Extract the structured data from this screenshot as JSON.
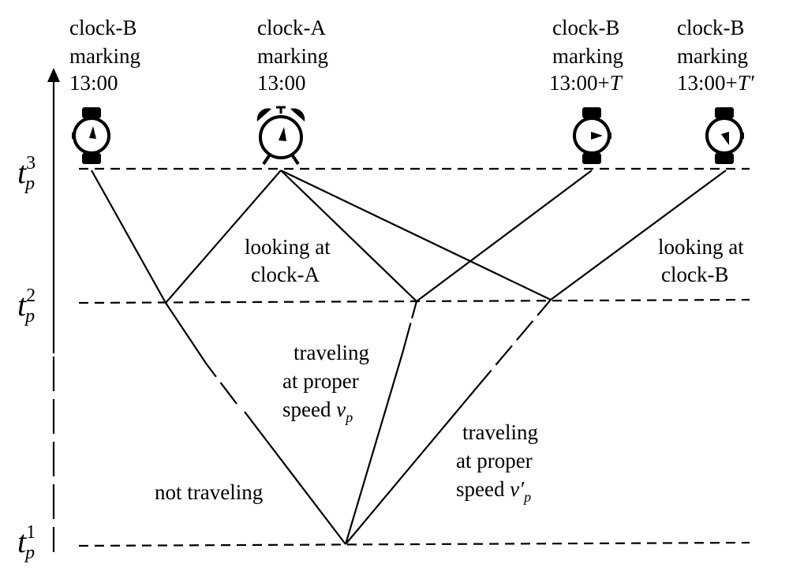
{
  "clocks": [
    {
      "name": "clock-B",
      "line2": "marking",
      "line3": "13:00",
      "line3_suffix": "",
      "icon": "wristwatch-icon"
    },
    {
      "name": "clock-A",
      "line2": "marking",
      "line3": "13:00",
      "line3_suffix": "",
      "icon": "alarm-clock-icon"
    },
    {
      "name": "clock-B",
      "line2": "marking",
      "line3": "13:00+",
      "line3_suffix": "T",
      "icon": "wristwatch-icon"
    },
    {
      "name": "clock-B",
      "line2": "marking",
      "line3": "13:00+",
      "line3_suffix": "T′",
      "icon": "wristwatch-icon"
    }
  ],
  "time_levels": [
    {
      "symbol": "t",
      "sub": "p",
      "sup": "3"
    },
    {
      "symbol": "t",
      "sub": "p",
      "sup": "2"
    },
    {
      "symbol": "t",
      "sub": "p",
      "sup": "1"
    }
  ],
  "annotations": {
    "looking_a": [
      "looking at",
      "clock-A"
    ],
    "looking_b": [
      "looking at",
      "clock-B"
    ],
    "traveling_1": [
      "traveling",
      "at proper",
      "speed "
    ],
    "speed_1_symbol": "v",
    "speed_1_sub": "p",
    "traveling_2": [
      "traveling",
      "at proper",
      "speed "
    ],
    "speed_2_symbol": "v′",
    "speed_2_sub": "p",
    "not_traveling": "not traveling"
  }
}
